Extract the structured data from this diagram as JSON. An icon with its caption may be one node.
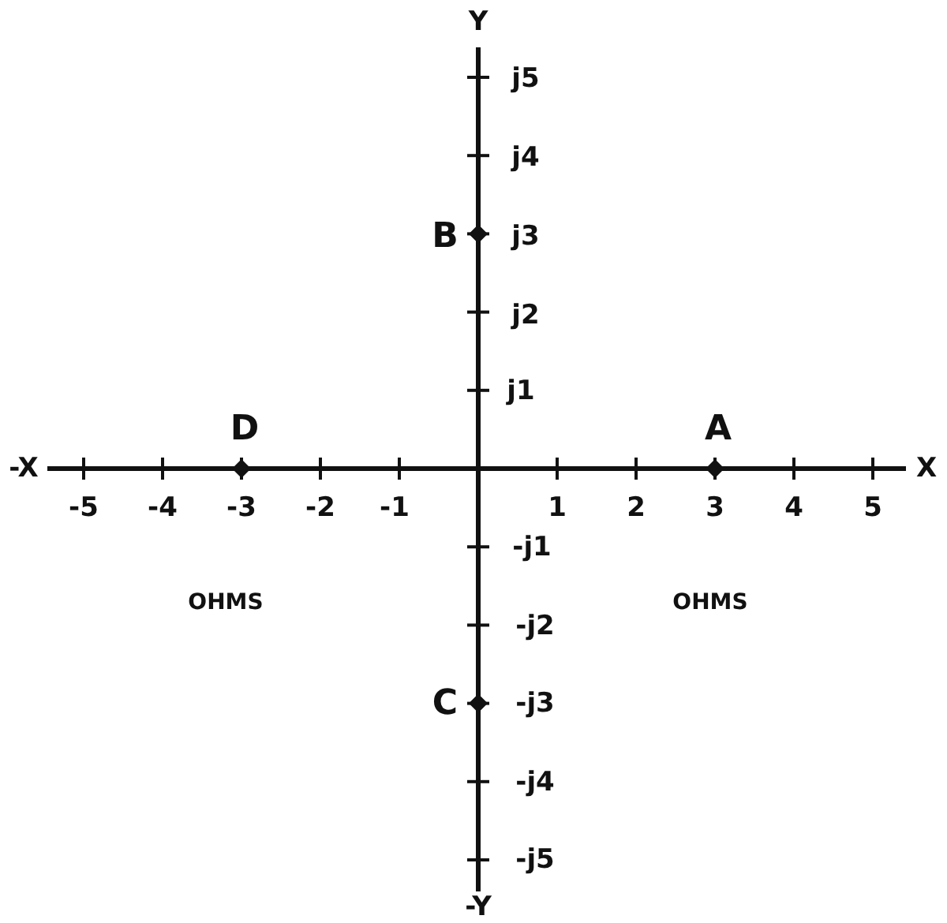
{
  "diagram": {
    "labels": [
      "Y",
      "j5",
      "j4",
      "B",
      "j3",
      "j2",
      "j1",
      "D",
      "A",
      "-X",
      "X",
      "-5",
      "-4",
      "-3",
      "-2",
      "-1",
      "1",
      "2",
      "3",
      "4",
      "5",
      "-j1",
      "OHMS",
      "-j2",
      "OHMS",
      "C",
      "-j3",
      "-j4",
      "-j5",
      "-Y"
    ]
  }
}
